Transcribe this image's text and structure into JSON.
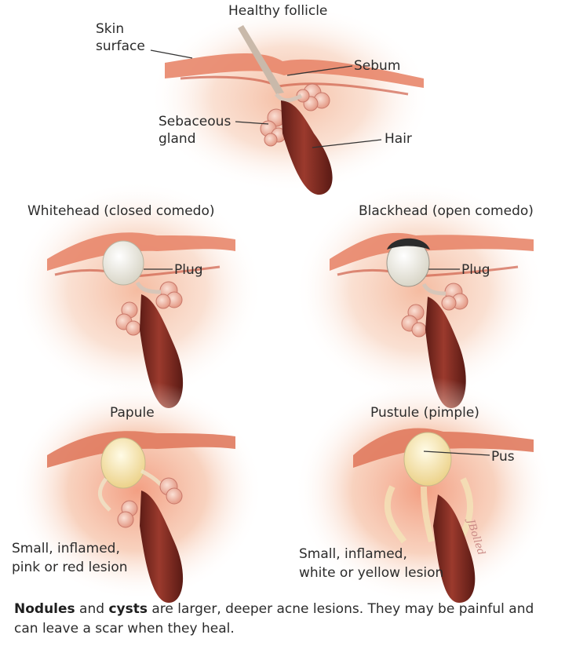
{
  "colors": {
    "skin_glow": "#f6c9b0",
    "skin_band": "#e8866a",
    "skin_band_dark": "#cf5f4a",
    "gland": "#f2b8a8",
    "hair_shaft": "#7a2a22",
    "hair_bulb": "#8e3327",
    "plug_white": "#efeee6",
    "plug_black": "#2b2b2b",
    "pus": "#f3e2a6",
    "leader_line": "#333333"
  },
  "panels": {
    "healthy": {
      "title": "Healthy follicle",
      "skin_surface": "Skin\nsurface",
      "sebum": "Sebum",
      "sebaceous_gland": "Sebaceous\ngland",
      "hair": "Hair"
    },
    "whitehead": {
      "title": "Whitehead (closed comedo)",
      "plug": "Plug"
    },
    "blackhead": {
      "title": "Blackhead (open comedo)",
      "plug": "Plug"
    },
    "papule": {
      "title": "Papule",
      "caption": "Small, inflamed,\npink or red lesion"
    },
    "pustule": {
      "title": "Pustule (pimple)",
      "pus": "Pus",
      "caption": "Small, inflamed,\nwhite or yellow lesion"
    }
  },
  "footer": {
    "bold_1": "Nodules",
    "text_1": " and ",
    "bold_2": "cysts",
    "text_2": " are larger, deeper acne lesions. They may be painful and can leave a scar when they heal."
  },
  "signature": "JBolled"
}
